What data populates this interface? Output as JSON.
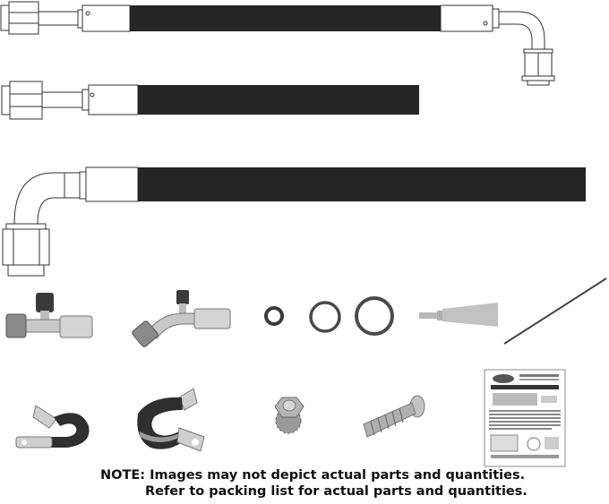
{
  "parts": {
    "hose_1": {
      "label": "Hose assembly with straight fitting and 90-degree elbow fitting"
    },
    "hose_2": {
      "label": "Hose assembly with straight fitting"
    },
    "hose_3": {
      "label": "Hose assembly with 90-degree elbow fitting"
    },
    "fitting_straight_service": {
      "label": "Straight fitting with service port"
    },
    "fitting_angled_service": {
      "label": "Angled fitting with service port"
    },
    "o_rings": [
      {
        "label": "Small sealing washer"
      },
      {
        "label": "Medium O-ring"
      },
      {
        "label": "Large O-ring"
      }
    ],
    "lubricant_tube": {
      "label": "Lubricant tube"
    },
    "cable_tie": {
      "label": "Cable tie"
    },
    "clamp_small": {
      "label": "Small cushioned clamp"
    },
    "clamp_large": {
      "label": "Large cushioned clamp"
    },
    "kep_nut": {
      "label": "Kep nut"
    },
    "screw": {
      "label": "Screw"
    },
    "instruction_sheet": {
      "label": "Instruction sheet"
    }
  },
  "note": {
    "line1": "NOTE: Images may not depict actual parts and quantities.",
    "line2": "Refer to packing list for actual parts and quantities."
  },
  "colors": {
    "hose": "#252525",
    "outline": "#333333",
    "metal": "#c8c8c8",
    "rubber": "#3a3a3a"
  }
}
